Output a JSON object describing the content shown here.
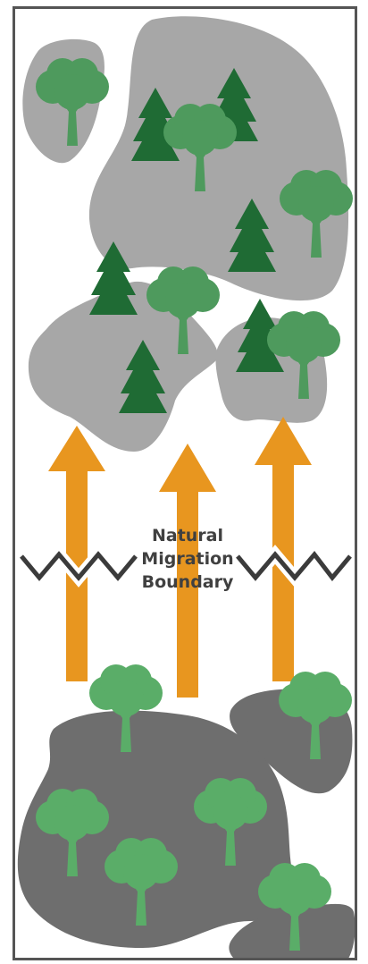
{
  "boundary_label": {
    "lines": [
      "Natural",
      "Migration",
      "Boundary"
    ]
  },
  "icons": {
    "conifer": "conifer-tree-icon",
    "broadleaf": "broadleaf-tree-icon",
    "arrow": "migration-arrow-icon",
    "zigzag": "boundary-zigzag-icon"
  },
  "colors": {
    "upper_land": "#a7a7a7",
    "lower_land": "#6e6e6e",
    "conifer": "#1f6b34",
    "broadleaf_dark": "#4e9a5d",
    "broadleaf_light": "#5aad68",
    "arrow": "#e8961f",
    "frame": "#555555",
    "zigzag": "#3b3b3b"
  }
}
